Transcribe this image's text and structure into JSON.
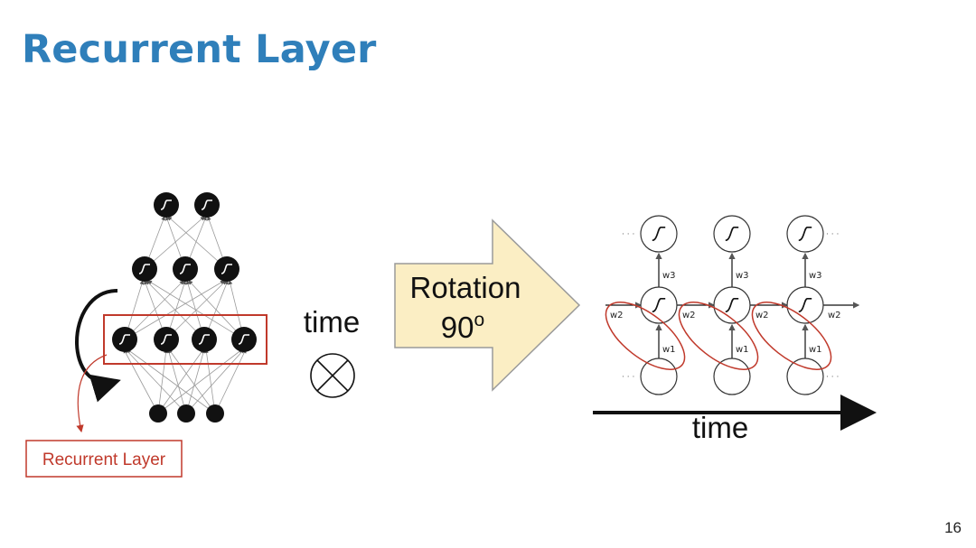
{
  "slide": {
    "title": "Recurrent Layer",
    "page_number": "16"
  },
  "left_diagram": {
    "highlight_label": "Recurrent Layer"
  },
  "middle": {
    "time_label": "time",
    "arrow_text_line1": "Rotation",
    "arrow_text_line2_value": "90",
    "arrow_text_line2_superscript": "o"
  },
  "right_diagram": {
    "weight_labels": {
      "output": "w3",
      "recurrent": "w2",
      "input": "w1"
    },
    "ellipsis": "· · ·",
    "time_axis_label": "time"
  },
  "colors": {
    "title": "#2f7fba",
    "highlight": "#c0392b",
    "arrow_fill": "#fbeec4",
    "arrow_stroke": "#9a9a9a"
  }
}
